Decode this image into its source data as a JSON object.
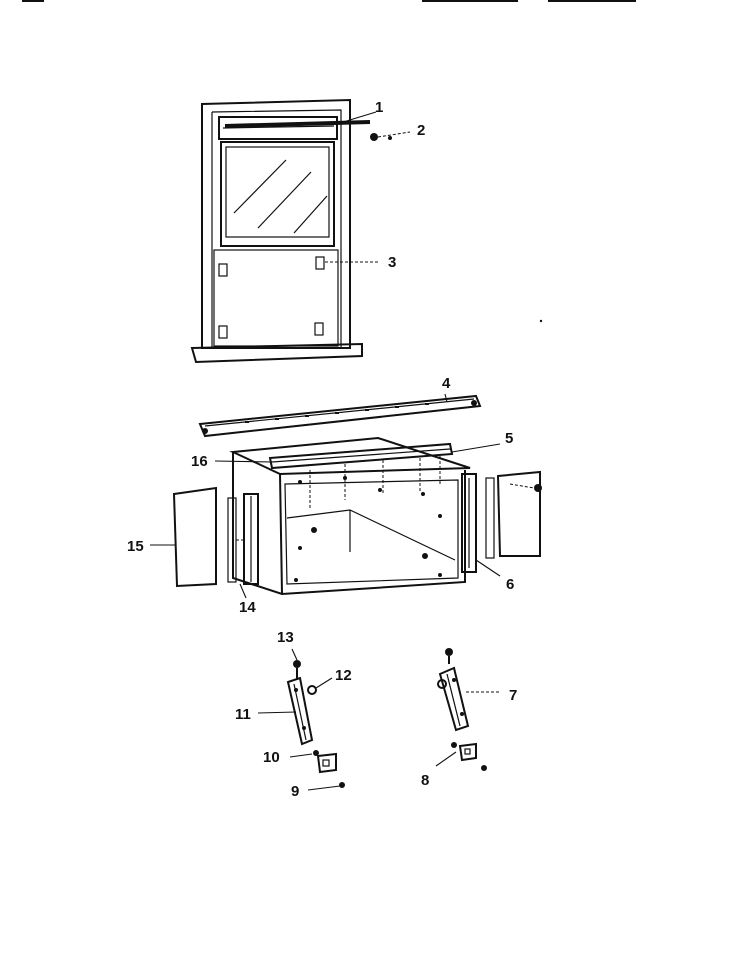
{
  "diagram": {
    "labels": {
      "p1": "1",
      "p2": "2",
      "p3": "3",
      "p4": "4",
      "p5": "5",
      "p6": "6",
      "p7": "7",
      "p8": "8",
      "p9": "9",
      "p10": "10",
      "p11": "11",
      "p12": "12",
      "p13": "13",
      "p14": "14",
      "p15": "15",
      "p16": "16"
    }
  }
}
